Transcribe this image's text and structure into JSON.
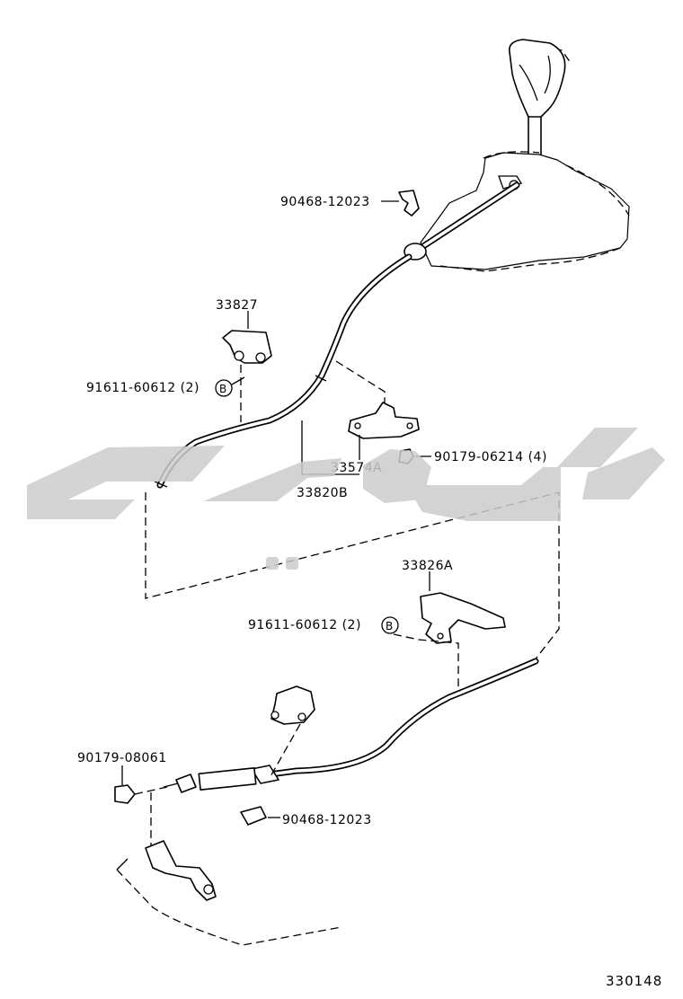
{
  "labels": {
    "p90468_top": "90468-12023",
    "p33827": "33827",
    "p91611_top": "91611-60612 (2)",
    "b_top": "B",
    "p90179_06214": "90179-06214 (4)",
    "p33574a": "33574A",
    "p33820b": "33820B",
    "p33826a": "33826A",
    "p91611_bottom": "91611-60612 (2)",
    "b_bottom": "B",
    "p90179_08061": "90179-08061",
    "p90468_bottom": "90468-12023"
  },
  "figure_number": "330148",
  "watermark": {
    "color": "#cccccc"
  }
}
